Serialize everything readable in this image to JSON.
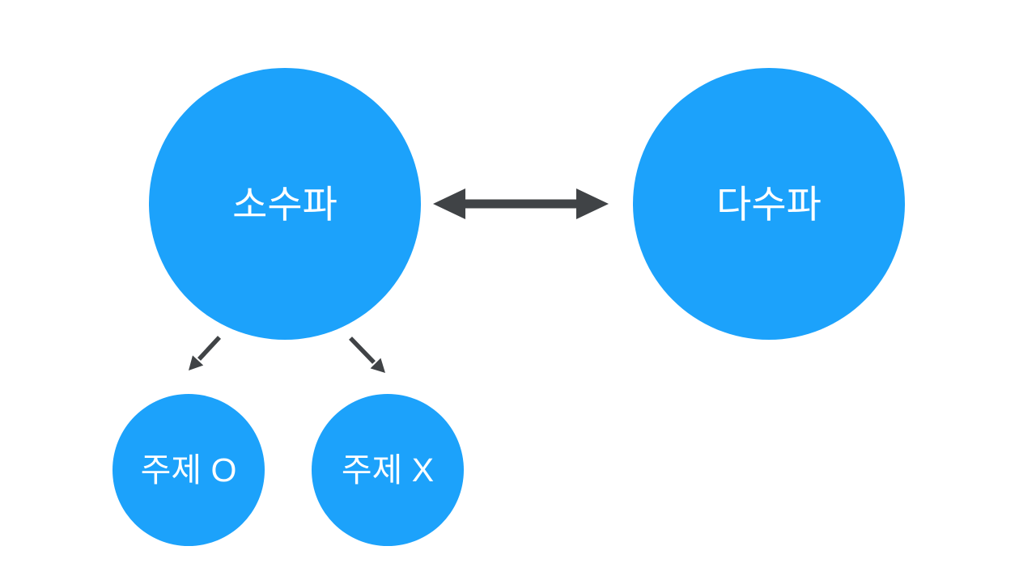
{
  "colors": {
    "background": "#ffffff",
    "node_fill": "#1CA2FB",
    "node_text": "#ffffff",
    "arrow": "#404346"
  },
  "nodes": {
    "minority": {
      "label": "소수파"
    },
    "majority": {
      "label": "다수파"
    },
    "topic_yes": {
      "label": "주제 O"
    },
    "topic_no": {
      "label": "주제 X"
    }
  },
  "edges": [
    {
      "from": "minority",
      "to": "majority",
      "type": "double-headed-arrow"
    },
    {
      "from": "minority",
      "to": "topic_yes",
      "type": "arrow"
    },
    {
      "from": "minority",
      "to": "topic_no",
      "type": "arrow"
    }
  ]
}
